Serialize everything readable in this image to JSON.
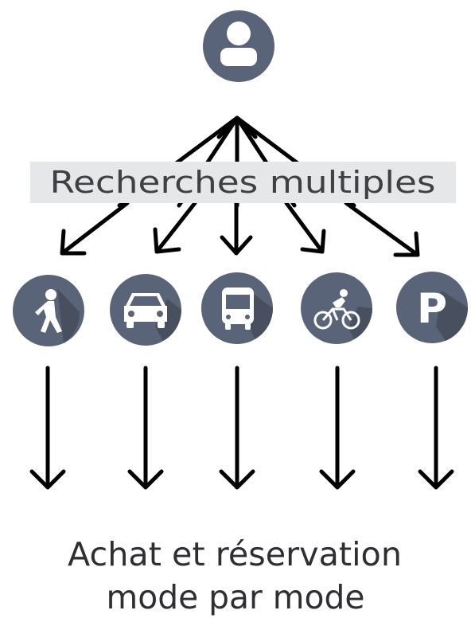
{
  "diagram": {
    "top_node": {
      "icon": "user-icon"
    },
    "middle_label": "Recherches multiples",
    "modes": [
      {
        "icon": "pedestrian-icon"
      },
      {
        "icon": "car-icon"
      },
      {
        "icon": "bus-icon"
      },
      {
        "icon": "bicycle-icon"
      },
      {
        "icon": "parking-icon",
        "glyph": "P"
      }
    ],
    "bottom_label": {
      "line1": "Achat et réservation",
      "line2": "mode par mode"
    },
    "colors": {
      "icon_fill": "#5a6478",
      "icon_shade": "#48505f",
      "label_background": "#e6e7e9",
      "arrow": "#000000"
    }
  }
}
